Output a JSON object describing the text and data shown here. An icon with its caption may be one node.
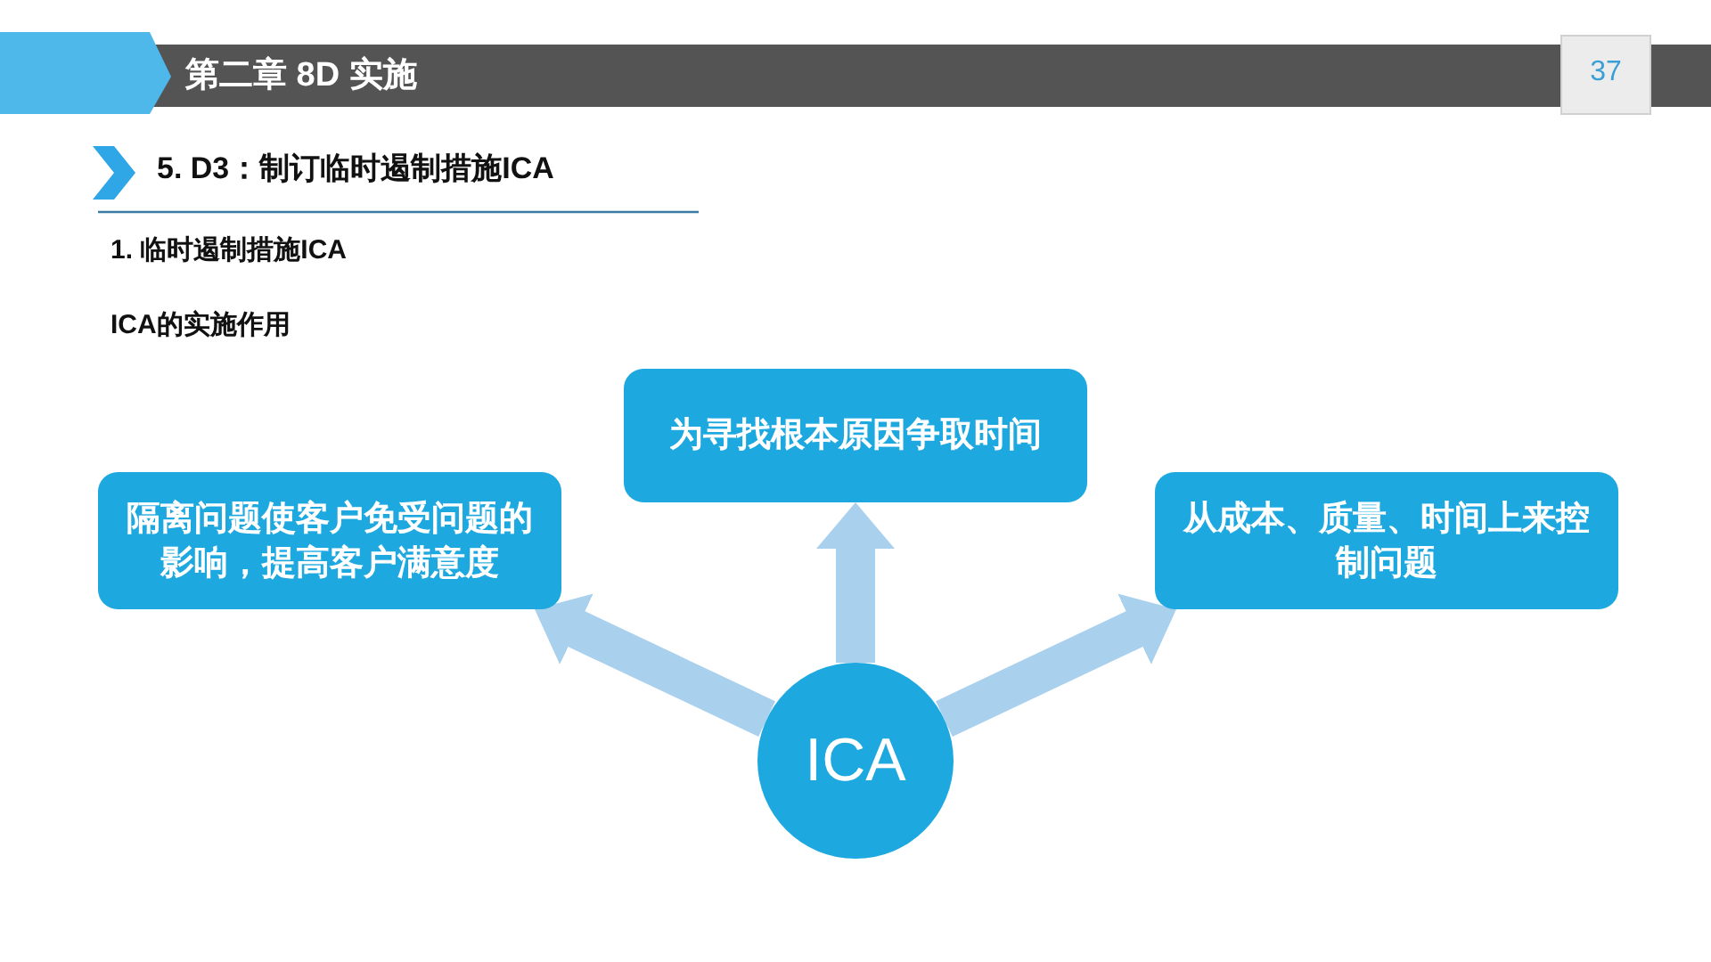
{
  "diagram": {
    "title": "第二章 8D 实施",
    "nodes": [
      {
        "text": [
          "为寻找根本原因争取时间"
        ]
      },
      {
        "text": [
          "隔离问题使客户免受问题的影响，提高客户满意度"
        ]
      },
      {
        "text": [
          "从成本、质量、时间上来控制问题"
        ]
      },
      {
        "text": [
          "ICA"
        ]
      }
    ],
    "edges": [
      {
        "from": 3,
        "to": 0,
        "arrow": "to"
      },
      {
        "from": 3,
        "to": 1,
        "arrow": "to"
      },
      {
        "from": 3,
        "to": 2,
        "arrow": "to"
      }
    ],
    "labels": [
      "37",
      "5. D3：制订临时遏制措施ICA",
      "1. 临时遏制措施ICA",
      "ICA的实施作用"
    ]
  }
}
